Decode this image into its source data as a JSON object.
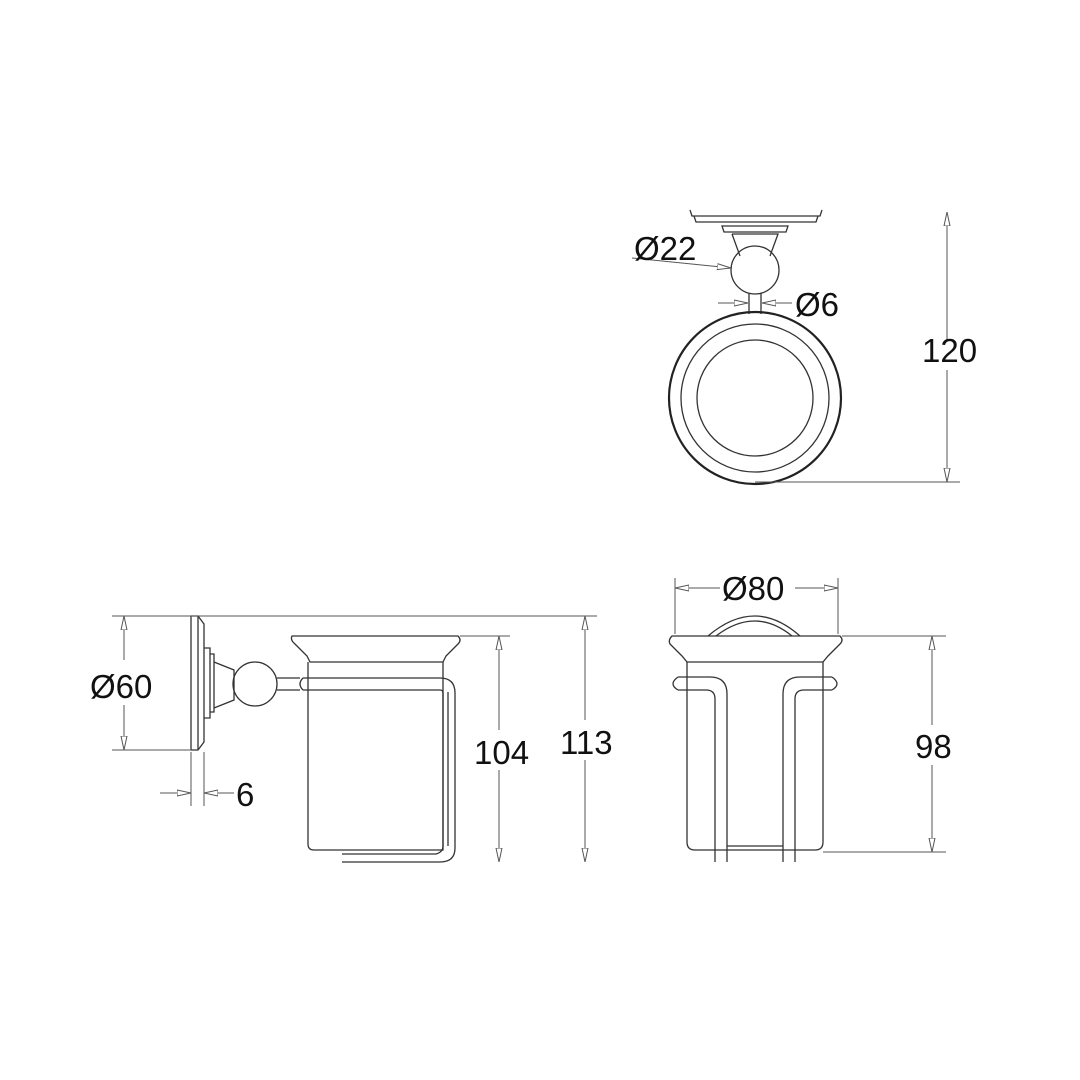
{
  "drawing": {
    "top_view": {
      "ball_diameter": "Ø22",
      "stem_diameter": "Ø6",
      "depth": "120"
    },
    "side_view": {
      "plate_diameter": "Ø60",
      "plate_thickness": "6",
      "cup_height": "104",
      "overall_height": "113"
    },
    "front_view": {
      "cup_diameter": "Ø80",
      "holder_height": "98"
    },
    "line_color": "#333333",
    "background": "#ffffff"
  }
}
